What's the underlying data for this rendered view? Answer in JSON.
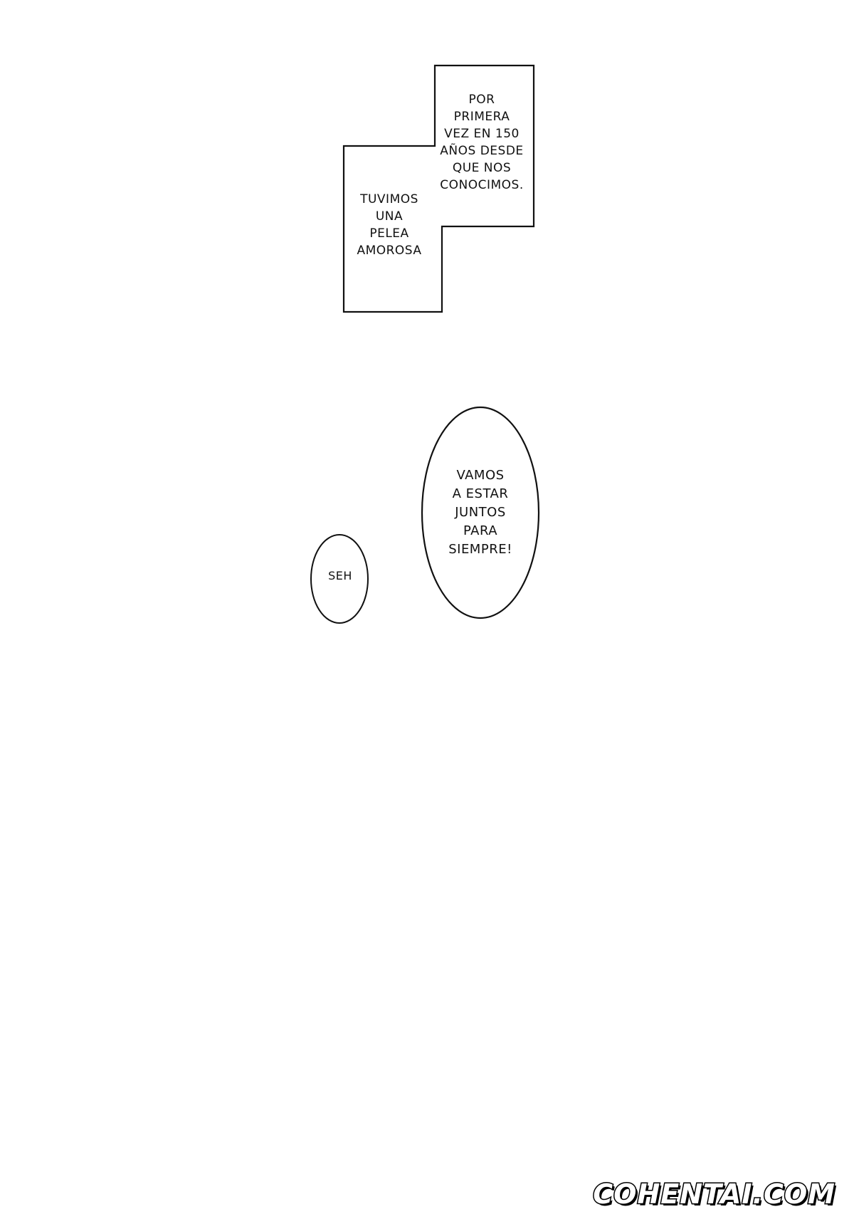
{
  "captions": {
    "top": "POR\nPRIMERA\nVEZ EN 150\nAÑOS DESDE\nQUE NOS\nCONOCIMOS.",
    "bottom": "TUVIMOS\nUNA\nPELEA\nAMOROSA"
  },
  "bubbles": {
    "large": "VAMOS\nA ESTAR\nJUNTOS\nPARA\nSIEMPRE!",
    "small": "SEH"
  },
  "watermark": "COHENTAI.COM"
}
